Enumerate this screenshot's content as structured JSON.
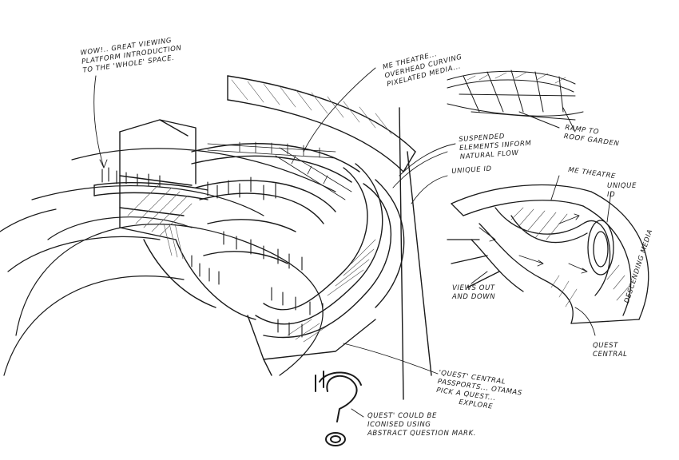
{
  "annotations": {
    "viewing_platform": [
      "WOW!.. GREAT VIEWING",
      "PLATFORM INTRODUCTION",
      "TO THE 'WHOLE' SPACE."
    ],
    "me_theatre_top": [
      "ME THEATRE...",
      "OVERHEAD CURVING",
      "PIXELATED MEDIA..."
    ],
    "ramp": [
      "RAMP TO",
      "ROOF GARDEN"
    ],
    "suspended": [
      "SUSPENDED",
      "ELEMENTS INFORM",
      "NATURAL FLOW"
    ],
    "unique_id_left": "UNIQUE ID",
    "me_theatre_plan": "ME THEATRE",
    "unique_id_plan": [
      "UNIQUE",
      "ID"
    ],
    "descending_media": "DESCENDING MEDIA",
    "views_out": [
      "VIEWS OUT",
      "AND DOWN"
    ],
    "quest_central_plan": [
      "QUEST",
      "CENTRAL"
    ],
    "quest_central_main": [
      "'QUEST' CENTRAL",
      "PASSPORTS... OTAMAS",
      "PICK A QUEST...",
      "EXPLORE"
    ],
    "quest_icon": [
      "QUEST' COULD BE",
      "ICONISED USING",
      "ABSTRACT QUESTION MARK."
    ]
  },
  "colors": {
    "ink": "#1a1a1a",
    "paper": "#ffffff",
    "hatch": "#555555"
  }
}
